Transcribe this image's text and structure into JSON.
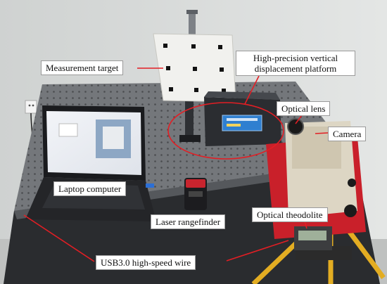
{
  "labels": {
    "measurement_target": "Measurement target",
    "platform_line1": "High-precision vertical",
    "platform_line2": "displacement platform",
    "optical_lens": "Optical lens",
    "camera": "Camera",
    "laptop": "Laptop computer",
    "laser": "Laser rangefinder",
    "theodolite": "Optical theodolite",
    "usb": "USB3.0 high-speed wire"
  },
  "colors": {
    "annotation": "#e31e24",
    "table": "#6f7276",
    "wall": "#d7d9d8",
    "theodolite_red": "#c9202a",
    "theodolite_beige": "#ddd6c4",
    "tripod": "#e7b32a"
  }
}
